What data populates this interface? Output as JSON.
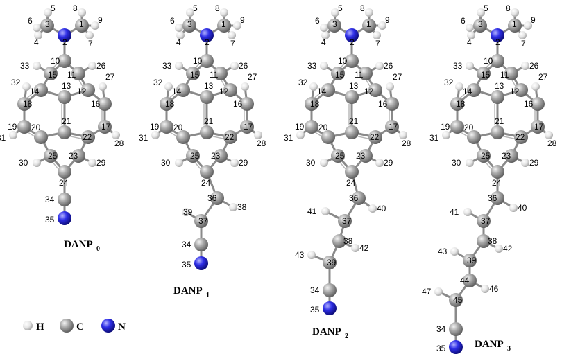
{
  "molecules": [
    {
      "title": "DANP",
      "subscript": "0"
    },
    {
      "title": "DANP",
      "subscript": "1"
    },
    {
      "title": "DANP",
      "subscript": "2"
    },
    {
      "title": "DANP",
      "subscript": "3"
    }
  ],
  "legend": [
    {
      "symbol": "H",
      "color": "#e8e8e8"
    },
    {
      "symbol": "C",
      "color": "#8c8c8c"
    },
    {
      "symbol": "N",
      "color": "#2b2bd6"
    }
  ]
}
